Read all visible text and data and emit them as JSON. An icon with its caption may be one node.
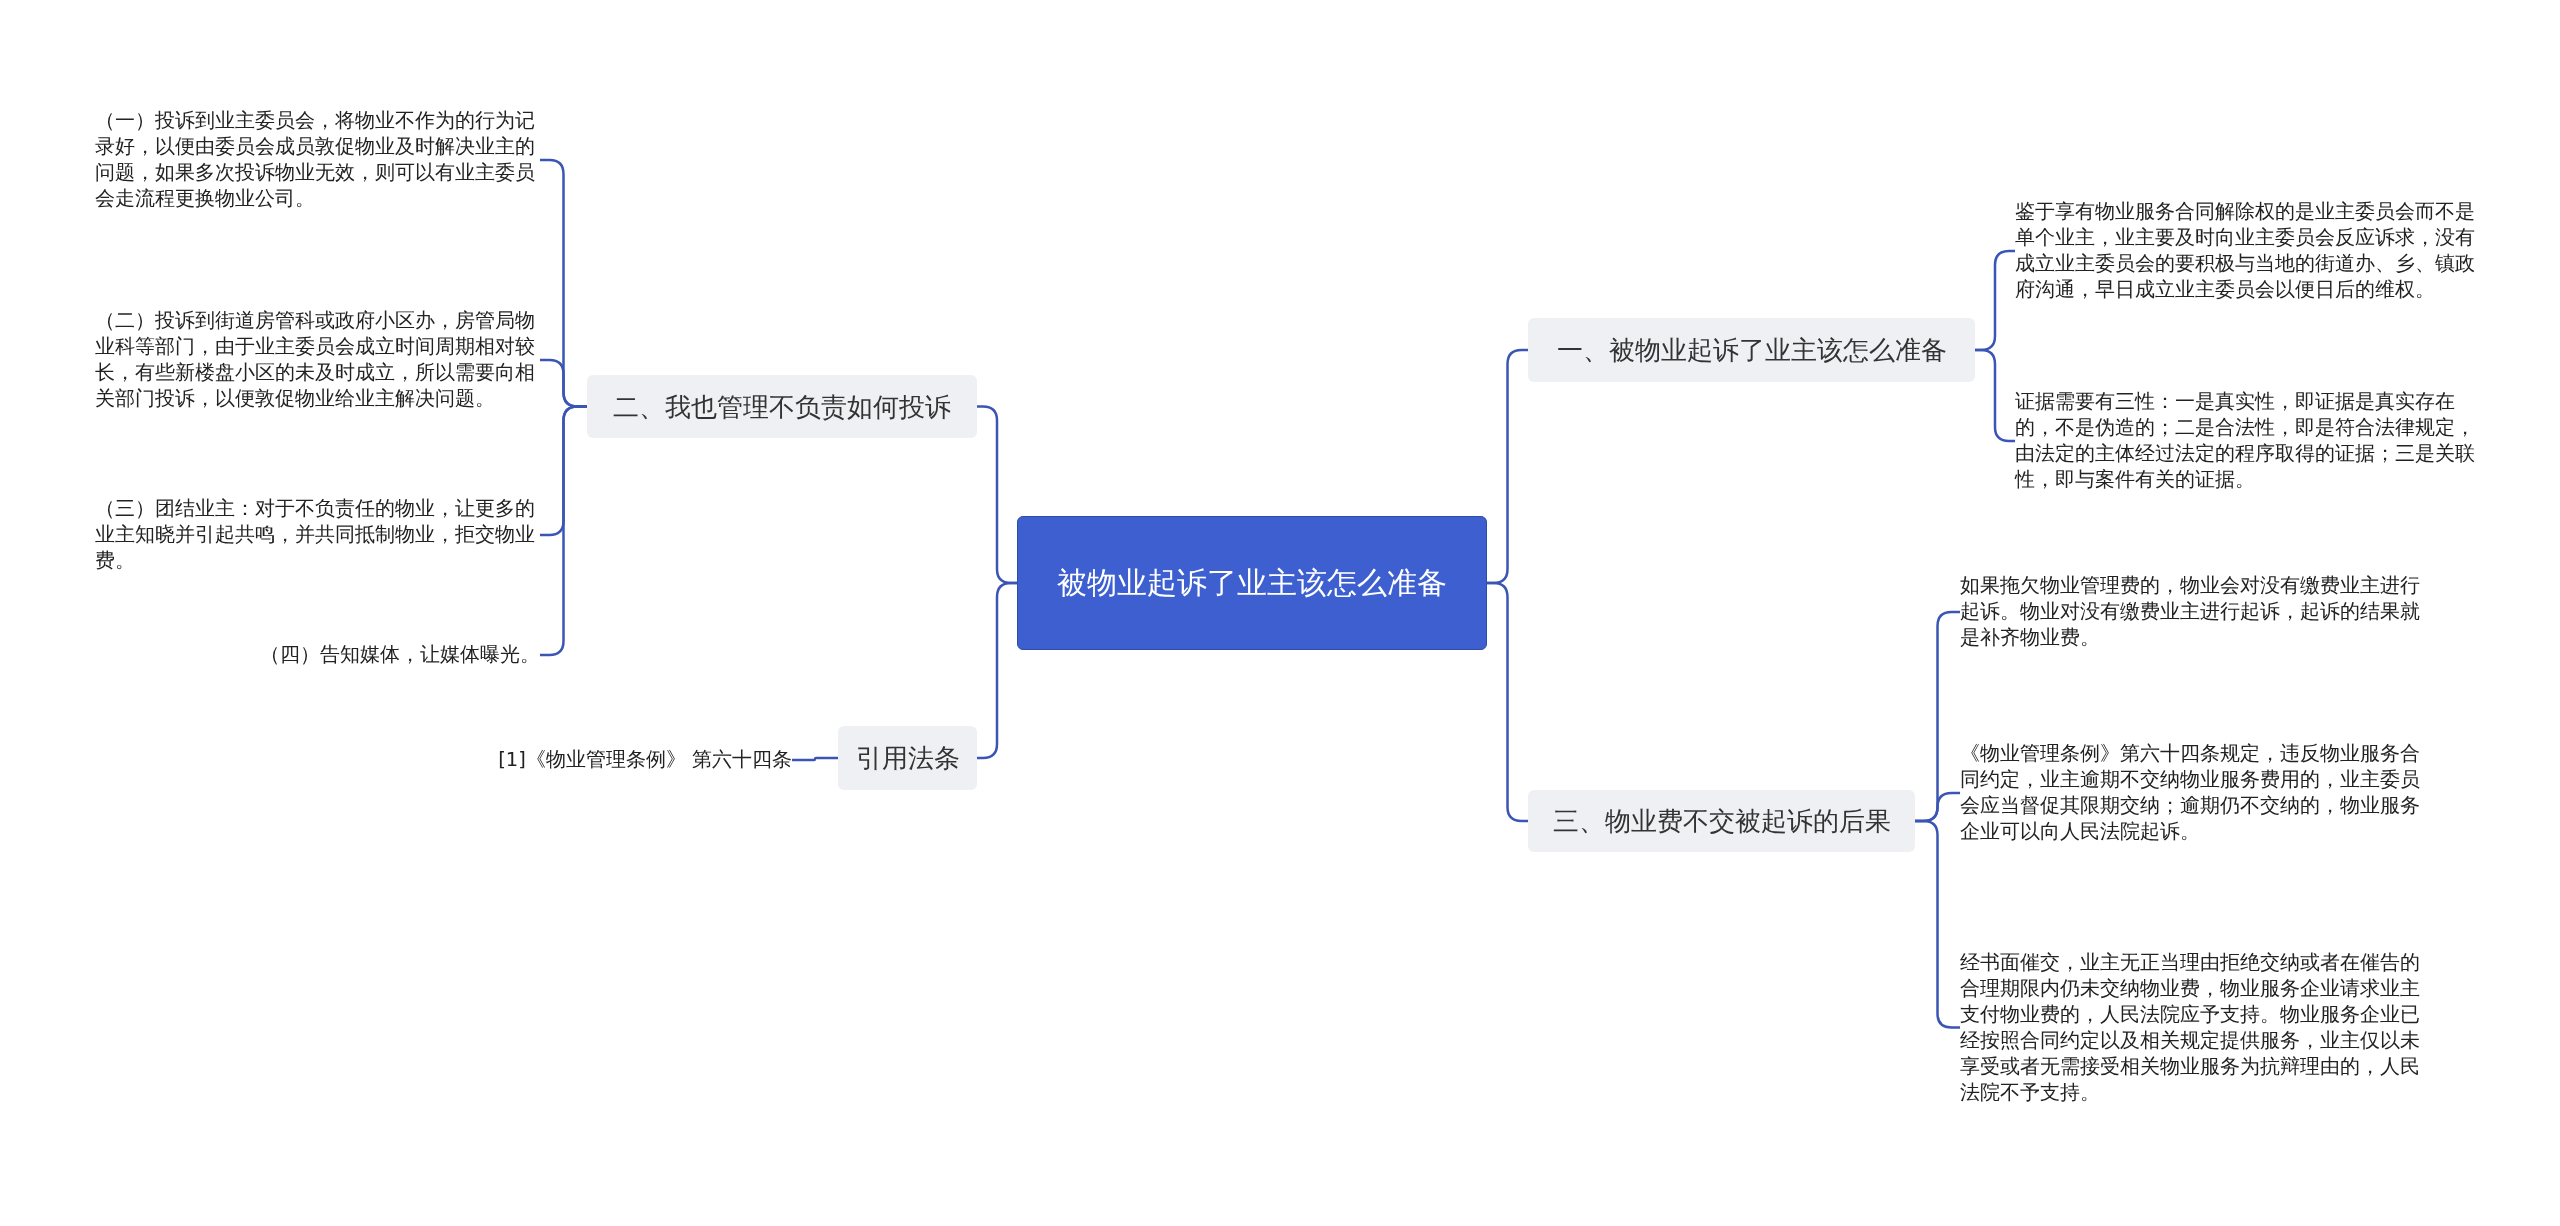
{
  "diagram": {
    "nodes": [
      {
        "text": [
          "被物业起诉了业主该怎么准备"
        ]
      },
      {
        "text": [
          "二、我也管理不负责如何投诉"
        ]
      },
      {
        "text": [
          "（一）投诉到业主委员会，将物业不作为的行为记录好，以便由委员会成员敦促物业及时解决业主的问题，如果多次投诉物业无效，则可以有业主委员会走流程更换物业公司。"
        ]
      },
      {
        "text": [
          "（二）投诉到街道房管科或政府小区办，房管局物业科等部门，由于业主委员会成立时间周期相对较长，有些新楼盘小区的未及时成立，所以需要向相关部门投诉，以便敦促物业给业主解决问题。"
        ]
      },
      {
        "text": [
          "（三）团结业主：对于不负责任的物业，让更多的业主知晓并引起共鸣，并共同抵制物业，拒交物业费。"
        ]
      },
      {
        "text": [
          "（四）告知媒体，让媒体曝光。"
        ]
      },
      {
        "text": [
          "引用法条"
        ]
      },
      {
        "text": [
          "[1]《物业管理条例》 第六十四条"
        ]
      },
      {
        "text": [
          "一、被物业起诉了业主该怎么准备"
        ]
      },
      {
        "text": [
          "鉴于享有物业服务合同解除权的是业主委员会而不是单个业主，业主要及时向业主委员会反应诉求，没有成立业主委员会的要积极与当地的街道办、乡、镇政府沟通，早日成立业主委员会以便日后的维权。"
        ]
      },
      {
        "text": [
          "证据需要有三性：一是真实性，即证据是真实存在的，不是伪造的；二是合法性，即是符合法律规定，由法定的主体经过法定的程序取得的证据；三是关联性，即与案件有关的证据。"
        ]
      },
      {
        "text": [
          "三、物业费不交被起诉的后果"
        ]
      },
      {
        "text": [
          "如果拖欠物业管理费的，物业会对没有缴费业主进行起诉。物业对没有缴费业主进行起诉，起诉的结果就是补齐物业费。"
        ]
      },
      {
        "text": [
          "《物业管理条例》第六十四条规定，违反物业服务合同约定，业主逾期不交纳物业服务费用的，业主委员会应当督促其限期交纳；逾期仍不交纳的，物业服务企业可以向人民法院起诉。"
        ]
      },
      {
        "text": [
          "经书面催交，业主无正当理由拒绝交纳或者在催告的合理期限内仍未交纳物业费，物业服务企业请求业主支付物业费的，人民法院应予支持。物业服务企业已经按照合同约定以及相关规定提供服务，业主仅以未享受或者无需接受相关物业服务为抗辩理由的，人民法院不予支持。"
        ]
      }
    ],
    "edges": [
      {
        "from": 0,
        "to": 1,
        "arrow": "none"
      },
      {
        "from": 1,
        "to": 2,
        "arrow": "none"
      },
      {
        "from": 1,
        "to": 3,
        "arrow": "none"
      },
      {
        "from": 1,
        "to": 4,
        "arrow": "none"
      },
      {
        "from": 1,
        "to": 5,
        "arrow": "none"
      },
      {
        "from": 0,
        "to": 6,
        "arrow": "none"
      },
      {
        "from": 6,
        "to": 7,
        "arrow": "none"
      },
      {
        "from": 0,
        "to": 8,
        "arrow": "none"
      },
      {
        "from": 8,
        "to": 9,
        "arrow": "none"
      },
      {
        "from": 8,
        "to": 10,
        "arrow": "none"
      },
      {
        "from": 0,
        "to": 11,
        "arrow": "none"
      },
      {
        "from": 11,
        "to": 12,
        "arrow": "none"
      },
      {
        "from": 11,
        "to": 13,
        "arrow": "none"
      },
      {
        "from": 11,
        "to": 14,
        "arrow": "none"
      }
    ]
  }
}
